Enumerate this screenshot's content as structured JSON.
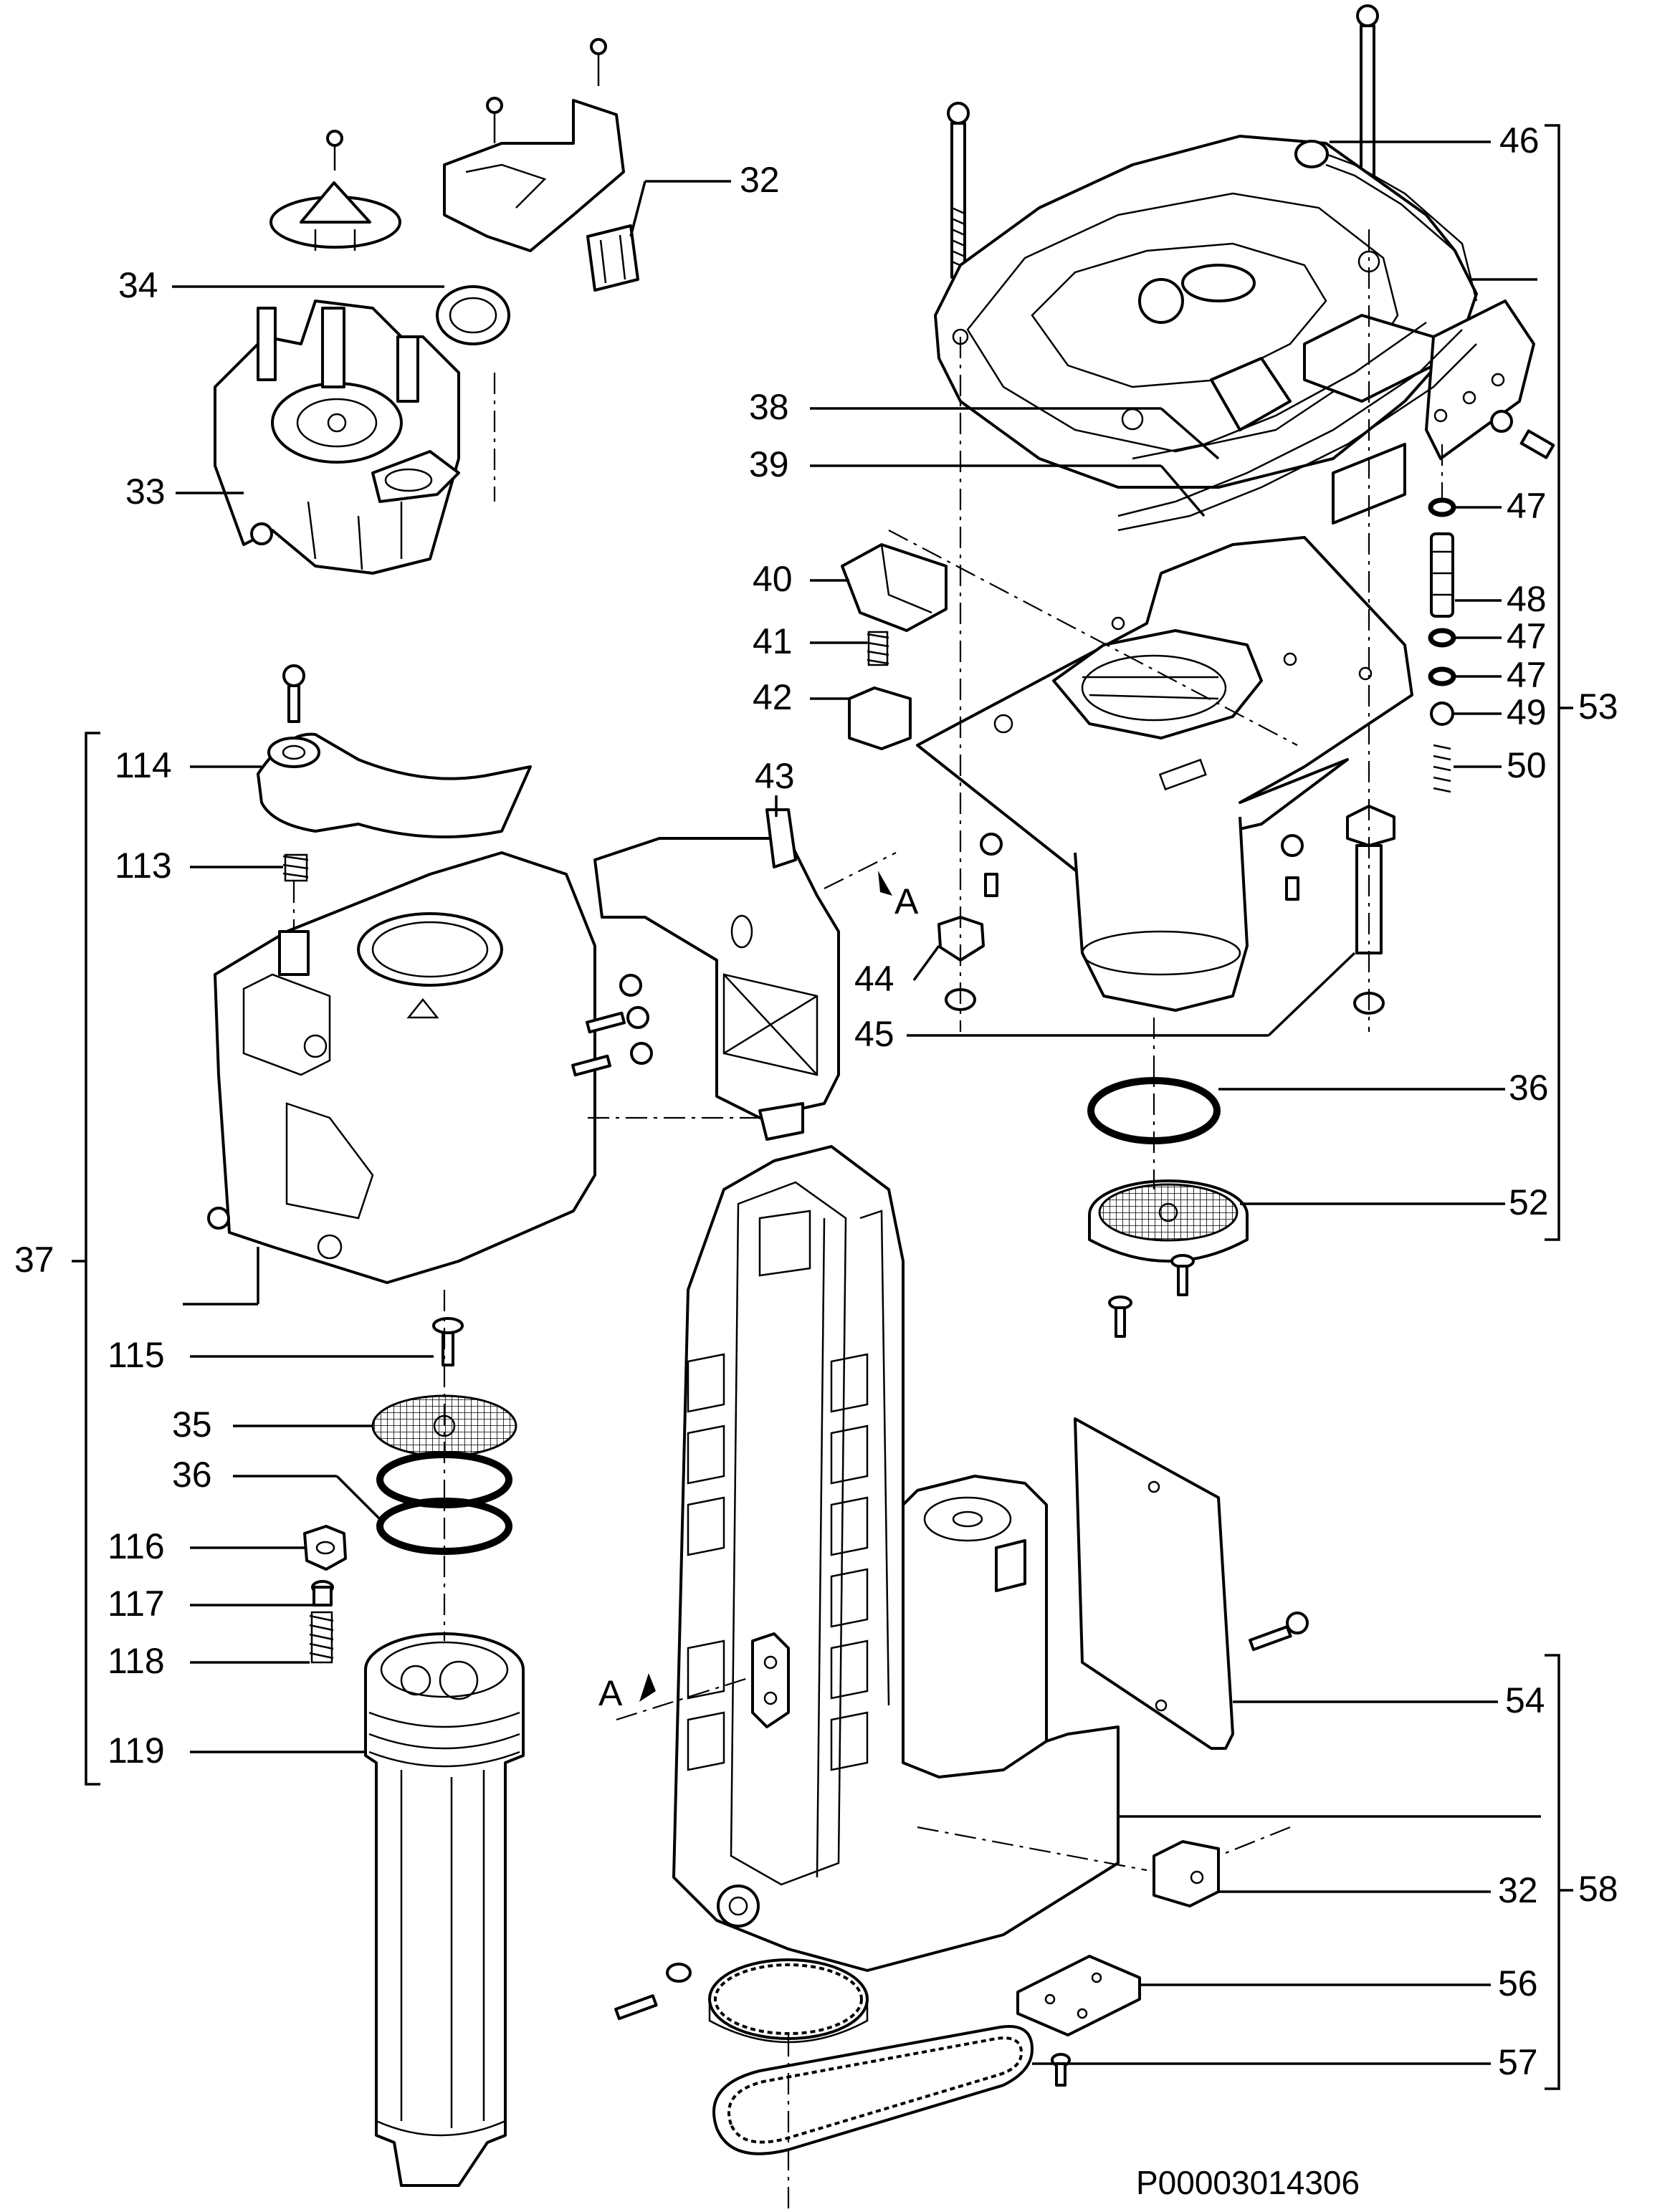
{
  "labels": {
    "l32a": "32",
    "l34": "34",
    "l33": "33",
    "l38": "38",
    "l39": "39",
    "l46": "46",
    "l40": "40",
    "l41": "41",
    "l42": "42",
    "l47a": "47",
    "l48": "48",
    "l47b": "47",
    "l47c": "47",
    "l49": "49",
    "l50": "50",
    "l53": "53",
    "l114": "114",
    "l113": "113",
    "l43": "43",
    "l44": "44",
    "l45": "45",
    "l36a": "36",
    "l52": "52",
    "l37": "37",
    "l115": "115",
    "l35": "35",
    "l36b": "36",
    "l116": "116",
    "l117": "117",
    "l118": "118",
    "l119": "119",
    "l54": "54",
    "l32b": "32",
    "l58": "58",
    "l56": "56",
    "l57": "57",
    "viewA1": "A",
    "viewA2": "A"
  },
  "drawing_number": "P00003014306"
}
